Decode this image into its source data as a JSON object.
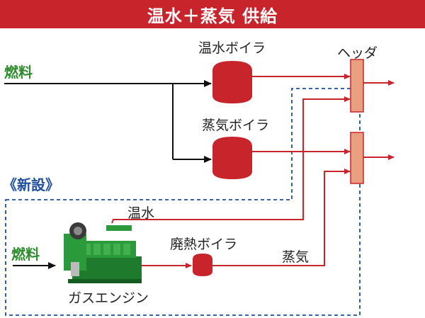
{
  "title": "温水＋蒸気 供給",
  "labels": {
    "fuel_top": "燃料",
    "fuel_bottom": "燃料",
    "hot_water_boiler": "温水ボイラ",
    "steam_boiler": "蒸気ボイラ",
    "header": "ヘッダ",
    "new_install": "《新設》",
    "hot_water": "温水",
    "waste_heat_boiler": "廃熱ボイラ",
    "steam": "蒸気",
    "gas_engine": "ガスエンジン"
  },
  "colors": {
    "banner": "#c8242b",
    "equipment_red": "#c8242b",
    "header_fill": "#e8a080",
    "fuel_green": "#2e8b2e",
    "new_dashed_blue": "#1f4e9c",
    "engine_green": "#2a9a3a"
  }
}
